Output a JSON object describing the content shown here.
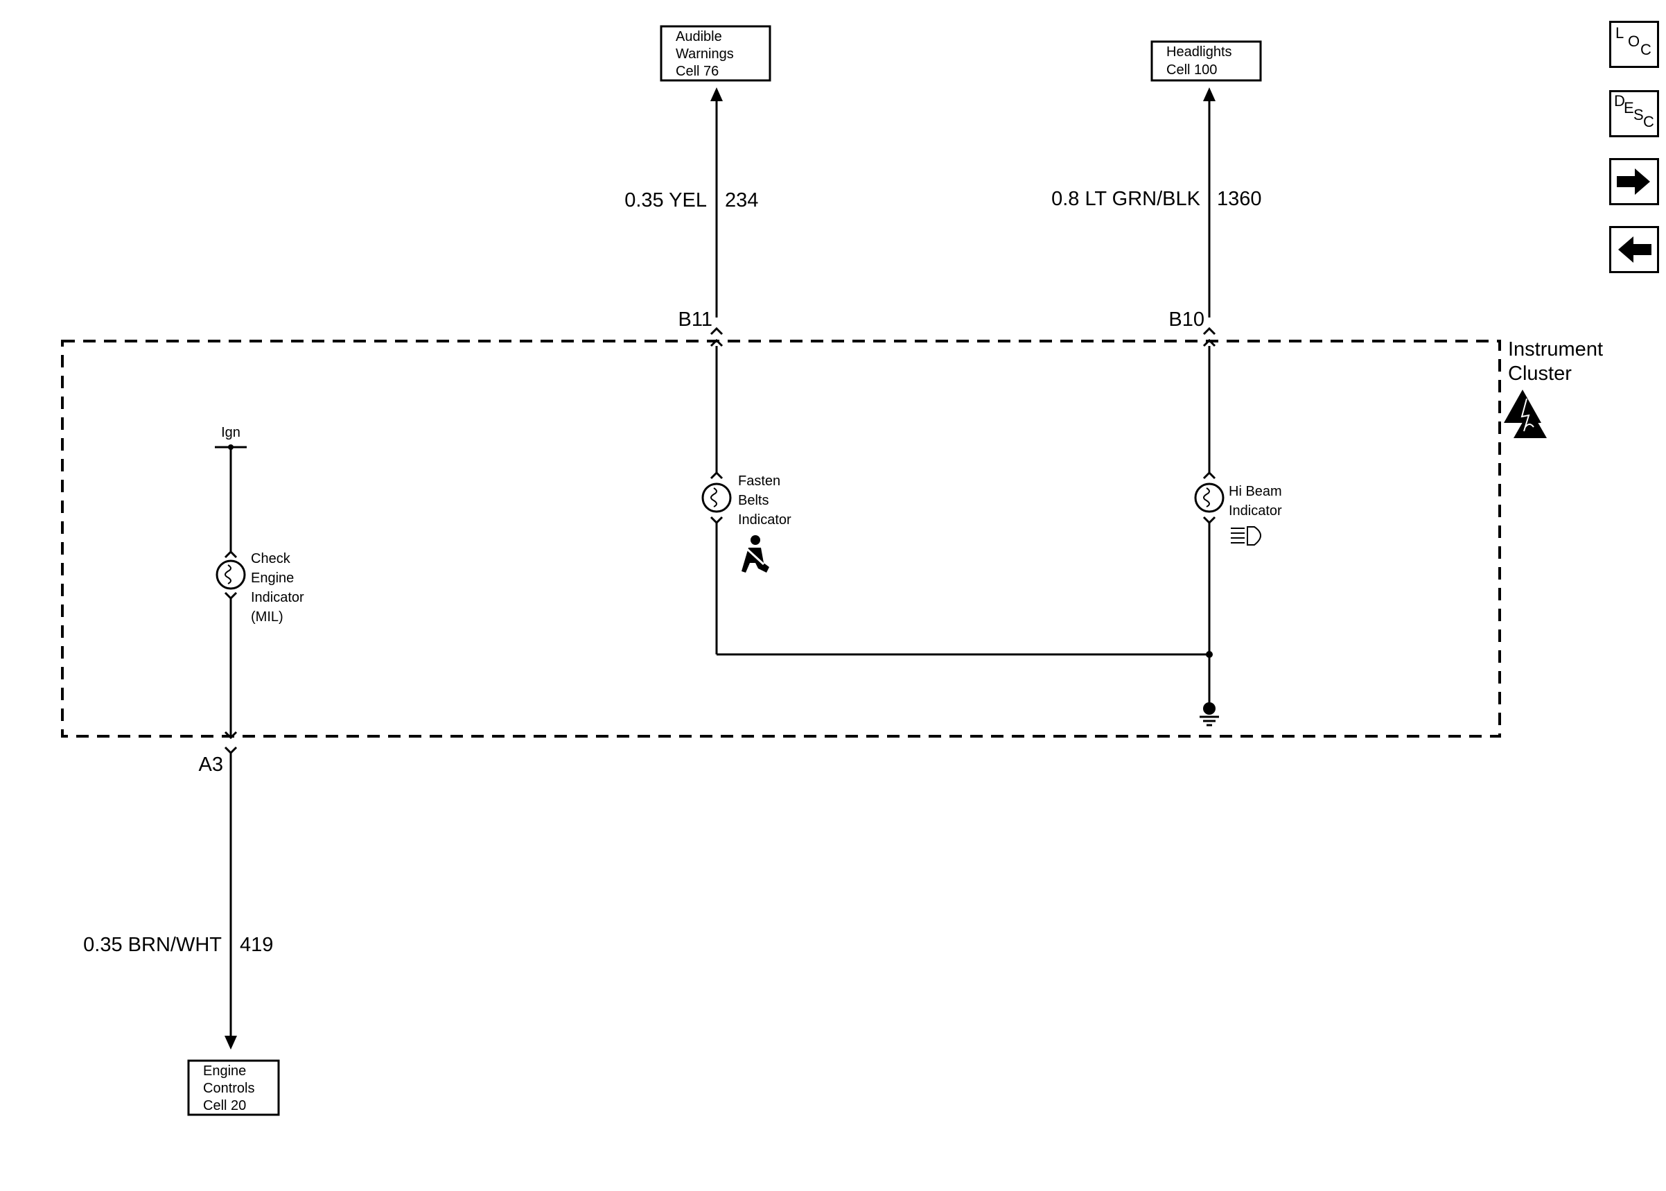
{
  "boxes": {
    "audible": [
      "Audible",
      "Warnings",
      "Cell 76"
    ],
    "headlights": [
      "Headlights",
      "Cell 100"
    ],
    "engine": [
      "Engine",
      "Controls",
      "Cell 20"
    ]
  },
  "wires": {
    "w234": {
      "gauge_color": "0.35 YEL",
      "circuit": "234"
    },
    "w1360": {
      "gauge_color": "0.8 LT GRN/BLK",
      "circuit": "1360"
    },
    "w419": {
      "gauge_color": "0.35 BRN/WHT",
      "circuit": "419"
    }
  },
  "connectors": {
    "b11": "B11",
    "b10": "B10",
    "a3": "A3"
  },
  "module": {
    "label_line1": "Instrument",
    "label_line2": "Cluster"
  },
  "power": {
    "ign": "Ign"
  },
  "indicators": {
    "check_engine": [
      "Check",
      "Engine",
      "Indicator",
      "(MIL)"
    ],
    "fasten_belts": [
      "Fasten",
      "Belts",
      "Indicator"
    ],
    "hi_beam": [
      "Hi Beam",
      "Indicator"
    ]
  },
  "nav": {
    "loc": {
      "l1": "L",
      "l2": "O",
      "l3": "C"
    },
    "desc": {
      "l1": "D",
      "l2": "E",
      "l3": "S",
      "l4": "C"
    },
    "next_icon": "arrow-right-icon",
    "prev_icon": "arrow-left-icon"
  }
}
